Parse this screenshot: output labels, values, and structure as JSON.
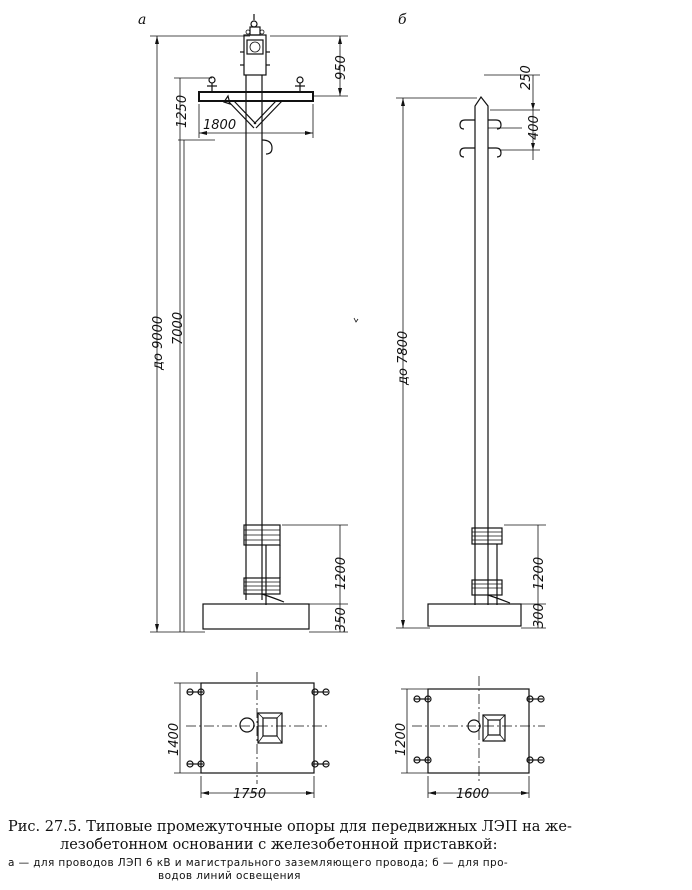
{
  "labels": {
    "view_a": "a",
    "view_b": "б"
  },
  "dimensions_a": {
    "top_950": "950",
    "arm_1250": "1250",
    "arm_width_1800": "1800",
    "height_total": "до 9000",
    "height_7000": "7000",
    "attach_1200": "1200",
    "base_350": "350",
    "plan_1400": "1400",
    "plan_1750": "1750"
  },
  "dimensions_b": {
    "top_250": "250",
    "hooks_400": "400",
    "height_total": "до 7800",
    "attach_1200": "1200",
    "base_300": "300",
    "plan_1200": "1200",
    "plan_1600": "1600"
  },
  "caption": {
    "title_line1": "Рис. 27.5. Типовые промежуточные опоры для передвижных ЛЭП на же-",
    "title_line2": "лезобетонном основании с железобетонной приставкой:",
    "legend_line1": "а — для проводов ЛЭП 6 кВ и магистрального заземляющего провода; б — для про-",
    "legend_line2": "водов линий освещения"
  }
}
